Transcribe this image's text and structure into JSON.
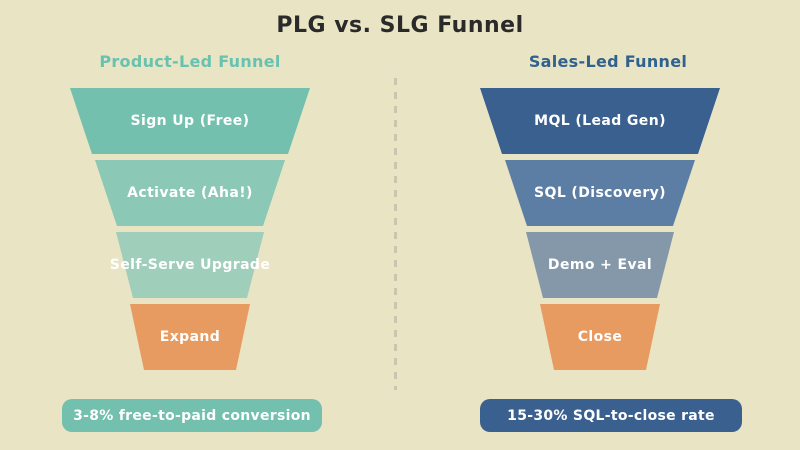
{
  "title": "PLG vs. SLG Funnel",
  "background_color": "#e8e4c4",
  "divider_color": "#c9c5ae",
  "plg": {
    "subtitle": "Product-Led Funnel",
    "subtitle_color": "#68c2b0",
    "stages": [
      {
        "label": "Sign Up (Free)",
        "color": "#72c0ad"
      },
      {
        "label": "Activate (Aha!)",
        "color": "#8bc8b5"
      },
      {
        "label": "Self-Serve Upgrade",
        "color": "#9fcebb"
      },
      {
        "label": "Expand",
        "color": "#e89b60"
      }
    ],
    "badge": {
      "label": "3-8% free-to-paid conversion",
      "color": "#72c0ad"
    }
  },
  "slg": {
    "subtitle": "Sales-Led Funnel",
    "subtitle_color": "#31618f",
    "stages": [
      {
        "label": "MQL (Lead Gen)",
        "color": "#3a6090"
      },
      {
        "label": "SQL (Discovery)",
        "color": "#5c7ea5"
      },
      {
        "label": "Demo + Eval",
        "color": "#8498aa"
      },
      {
        "label": "Close",
        "color": "#e89b60"
      }
    ],
    "badge": {
      "label": "15-30% SQL-to-close rate",
      "color": "#3a6090"
    }
  }
}
